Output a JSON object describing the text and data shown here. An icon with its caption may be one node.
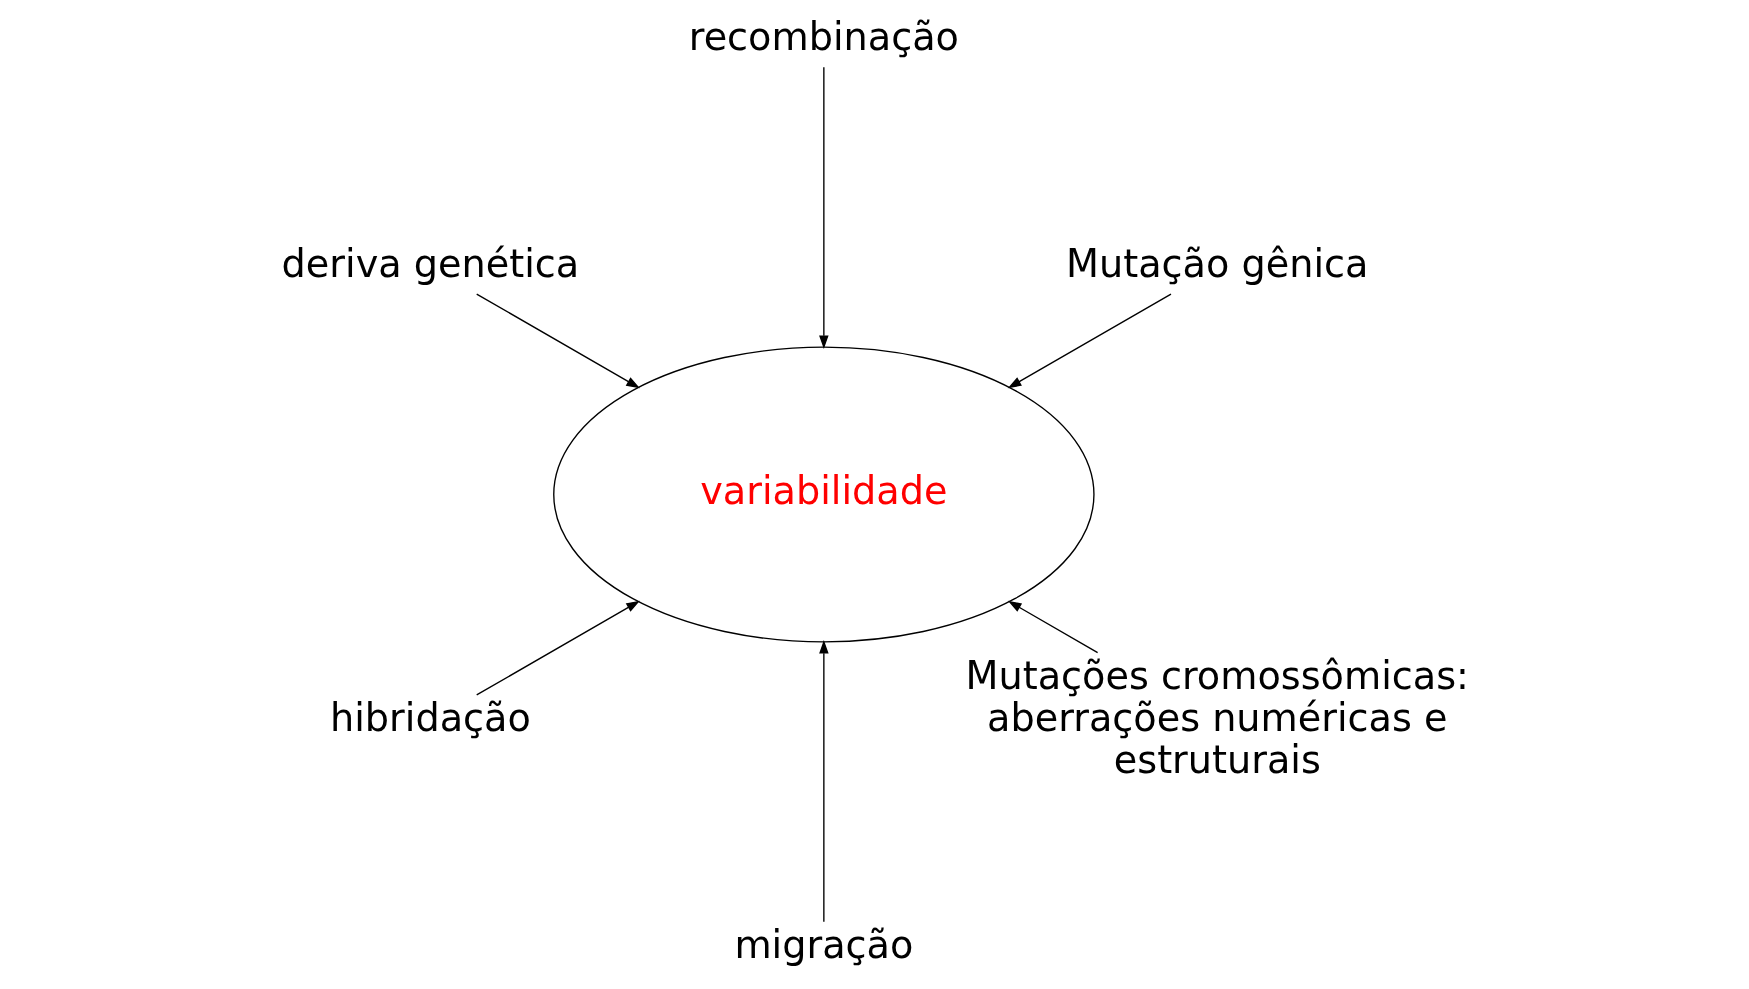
{
  "diagram": {
    "nodes": [
      {
        "text": [
          "variabilidade"
        ]
      },
      {
        "text": [
          "Mutação gênica"
        ]
      },
      {
        "text": [
          "recombinação"
        ]
      },
      {
        "text": [
          "deriva genética"
        ]
      },
      {
        "text": [
          "hibridação"
        ]
      },
      {
        "text": [
          "migração"
        ]
      },
      {
        "text": [
          "Mutações cromossômicas: aberrações numéricas e estruturais"
        ]
      }
    ],
    "edges": [
      {
        "from": 1,
        "to": 0,
        "arrow": "to"
      },
      {
        "from": 2,
        "to": 0,
        "arrow": "to"
      },
      {
        "from": 3,
        "to": 0,
        "arrow": "to"
      },
      {
        "from": 4,
        "to": 0,
        "arrow": "to"
      },
      {
        "from": 5,
        "to": 0,
        "arrow": "to"
      },
      {
        "from": 6,
        "to": 0,
        "arrow": "to"
      }
    ]
  }
}
